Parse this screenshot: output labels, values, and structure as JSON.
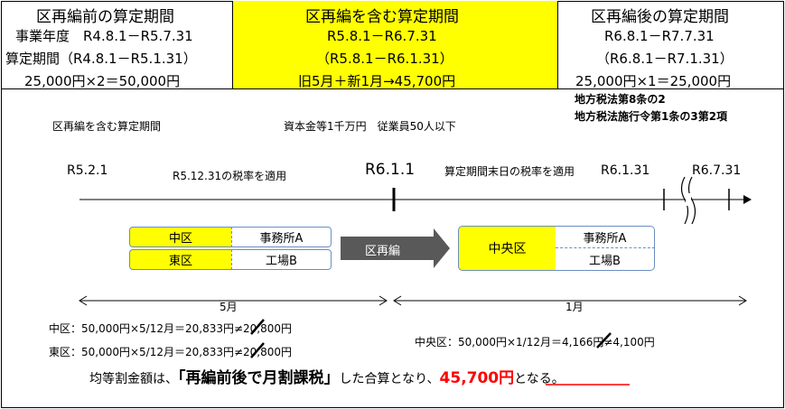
{
  "header": {
    "col1": {
      "title": "区再編前の算定期間",
      "line1": "事業年度　R4.8.1－R5.7.31",
      "line2": "算定期間（R4.8.1－R5.1.31）",
      "line3": "25,000円×2＝50,000円"
    },
    "col2": {
      "title": "区再編を含む算定期間",
      "line1": "R5.8.1－R6.7.31",
      "line2": "（R5.8.1－R6.1.31）",
      "line3": "旧5月＋新1月→45,700円",
      "bg": "#FFFF00"
    },
    "col3": {
      "title": "区再編後の算定期間",
      "line1": "R6.8.1－R7.7.31",
      "line2": "（R6.8.1－R7.1.31）",
      "line3": "25,000円×1＝25,000円"
    }
  },
  "law": {
    "line1": "地方税法第8条の2",
    "line2": "地方税法施行令第1条の3第2項"
  },
  "labels": {
    "period_label": "区再編を含む算定期間",
    "conditions": "資本金等1千万円　従業員50人以下"
  },
  "timeline": {
    "d1": "R5.2.1",
    "rate_left": "R5.12.31の税率を適用",
    "d2": "R6.1.1",
    "rate_right": "算定期間末日の税率を適用",
    "d3": "R6.1.31",
    "d4": "R6.7.31"
  },
  "boxes": {
    "naka": "中区",
    "higashi": "東区",
    "office_a": "事務所A",
    "factory_b": "工場B",
    "reorg": "区再編",
    "chuo": "中央区",
    "office_a2": "事務所A",
    "factory_b2": "工場B"
  },
  "spans": {
    "left": "5月",
    "right": "1月"
  },
  "calc": {
    "naka": "中区：50,000円×5/12月＝20,833円≠20,800円",
    "higashi": "東区：50,000円×5/12月＝20,833円≠20,800円",
    "chuo": "中央区：50,000円×1/12月＝4,166円≠4,100円"
  },
  "summary": {
    "prefix": "均等割金額は、",
    "quote": "「再編前後で月割課税」",
    "middle": "した合算となり、",
    "amount": "45,700円",
    "suffix": "となる。",
    "amount_color": "#FF0000"
  },
  "colors": {
    "yellow": "#FFFF00",
    "blue_border": "#6B8EC2",
    "arrow_gray": "#595959"
  }
}
